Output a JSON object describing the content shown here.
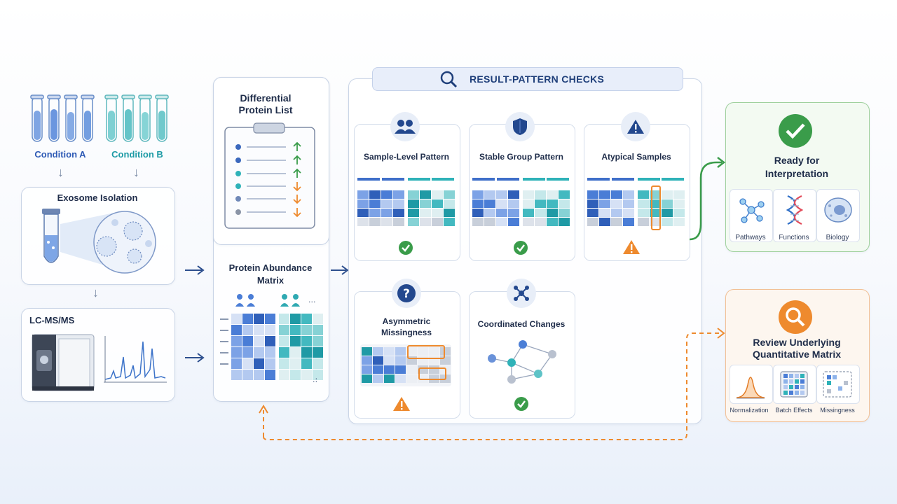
{
  "sample_prep": {
    "condition_a": "Condition A",
    "condition_b": "Condition B",
    "exosome_isolation": "Exosome Isolation",
    "lcms": "LC-MS/MS"
  },
  "outputs": {
    "protein_list_title": "Differential\nProtein List",
    "matrix_title": "Protein Abundance\nMatrix",
    "matrix_ellipsis": "..."
  },
  "checks": {
    "header": "RESULT-PATTERN CHECKS",
    "sample_level": "Sample-Level Pattern",
    "stable_group": "Stable Group Pattern",
    "atypical": "Atypical Samples",
    "asymmetric": "Asymmetric\nMissingness",
    "coordinated": "Coordinated Changes"
  },
  "ready": {
    "title": "Ready for\nInterpretation",
    "items": [
      "Pathways",
      "Functions",
      "Biology"
    ]
  },
  "review": {
    "title": "Review Underlying\nQuantitative Matrix",
    "items": [
      "Normalization",
      "Batch Effects",
      "Missingness"
    ]
  },
  "colors": {
    "navy": "#1f3f7a",
    "blue": "#3f6fc9",
    "teal": "#2fb2b8",
    "green": "#3a9c4a",
    "orange": "#ee8a2e"
  },
  "icons": [
    "test-tube-icon",
    "microscope-icon",
    "mass-spec-icon",
    "clipboard-icon",
    "search-icon",
    "users-icon",
    "shield-icon",
    "warning-icon",
    "question-icon",
    "network-icon",
    "check-icon",
    "dna-icon",
    "cell-icon"
  ]
}
